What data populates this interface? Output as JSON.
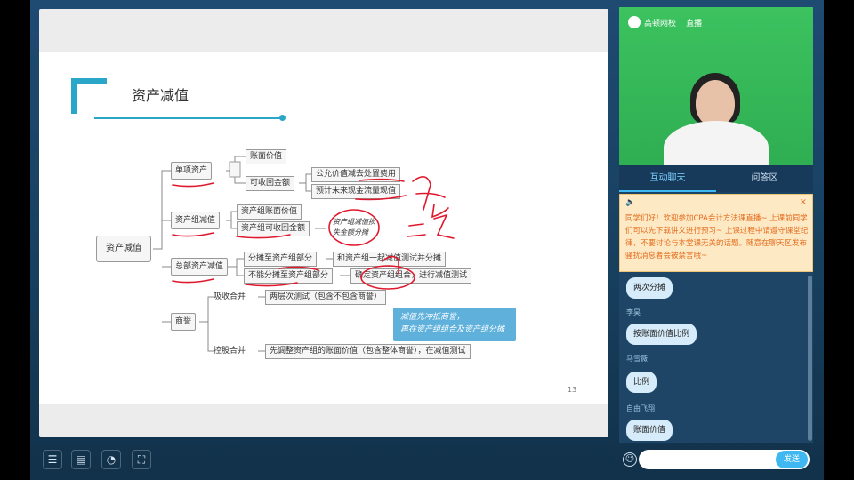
{
  "slide": {
    "title": "资产减值",
    "page_number": "13",
    "mindmap": {
      "root": "资产减值",
      "single_asset": "单项资产",
      "book_value": "账面价值",
      "recoverable": "可收回金额",
      "fair_value_less_costs": "公允价值减去处置费用",
      "future_cash_flow_pv": "预计未来现金流量现值",
      "asset_group": "资产组减值",
      "group_book_value": "资产组账面价值",
      "group_recoverable": "资产组可收回金额",
      "group_loss_note": "资产组减值损失金额分摊",
      "corporate": "总部资产减值",
      "allocable": "分摊至资产组部分",
      "allocable_note": "和资产组一起减值测试并分摊",
      "non_allocable": "不能分摊至资产组部分",
      "non_allocable_note_a": "确定资产组组合",
      "non_allocable_note_b": "，进行减值测试",
      "goodwill": "商誉",
      "absorption": "吸收合并",
      "absorption_note": "两层次测试（包含不包含商誉）",
      "holding": "控股合并",
      "holding_note": "先调整资产组的账面价值（包含整体商誉），在减值测试",
      "callout_line1": "减值先冲抵商誉，",
      "callout_line2": "再在资产组组合及资产组分摊"
    },
    "handwriting": [
      "一次",
      "二次"
    ]
  },
  "live": {
    "brand": "高顿网校",
    "brand_sub": "直播"
  },
  "tabs": [
    {
      "label": "互动聊天",
      "active": true
    },
    {
      "label": "问答区",
      "active": false
    }
  ],
  "notice": {
    "text": "同学们好！欢迎参加CPA会计方法课直播~ 上课前同学们可以先下载讲义进行预习~ 上课过程中请遵守课堂纪律，不要讨论与本堂课无关的话题。随意在聊天区发布骚扰消息者会被禁言哦~",
    "close": "×"
  },
  "chat": [
    {
      "name": "",
      "text": "两次分摊"
    },
    {
      "name": "李昊",
      "text": "按账面价值比例"
    },
    {
      "name": "马雪薇",
      "text": "比例"
    },
    {
      "name": "自由飞翔",
      "text": "账面价值"
    }
  ],
  "input": {
    "placeholder": "",
    "send_label": "发送"
  },
  "colors": {
    "accent": "#2aa6c8",
    "annotation": "#e0182d",
    "send": "#3fb7f0"
  }
}
